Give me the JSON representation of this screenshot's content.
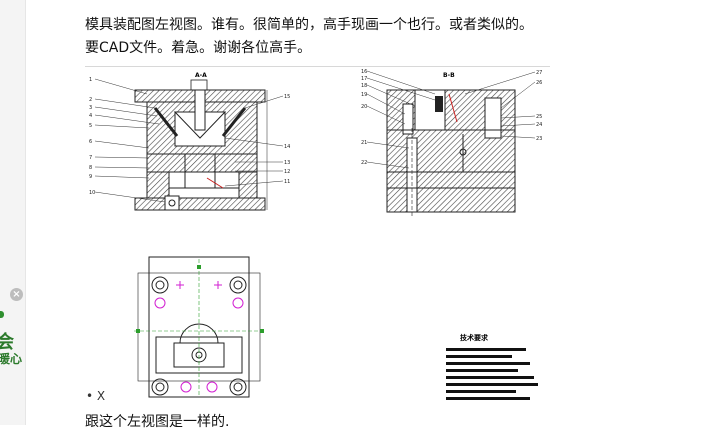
{
  "post": {
    "line1": "模具装配图左视图。谁有。很简单的，高手现画一个也行。或者类似的。",
    "line2": "要CAD文件。着急。谢谢各位高手。",
    "footer": "跟这个左视图是一样的."
  },
  "sidebar": {
    "close_symbol": "×",
    "big_text": "会",
    "small_text": "暖心"
  },
  "drawing": {
    "section_a": "A-A",
    "section_b": "B-B",
    "left_labels": [
      "1",
      "2",
      "3",
      "4",
      "5",
      "6",
      "7",
      "8",
      "9",
      "10"
    ],
    "right_labels_a": [
      "15",
      "14",
      "13",
      "12",
      "11"
    ],
    "left_labels_b": [
      "16",
      "17",
      "18",
      "19",
      "20",
      "21",
      "22"
    ],
    "right_labels_b": [
      "27",
      "26",
      "25",
      "24",
      "23"
    ],
    "spec_title": "技术要求"
  },
  "pager": {
    "dot": "•",
    "x": "X"
  },
  "colors": {
    "hatch": "#333333",
    "green": "#2c7a2c",
    "magenta": "#d21fd2"
  }
}
